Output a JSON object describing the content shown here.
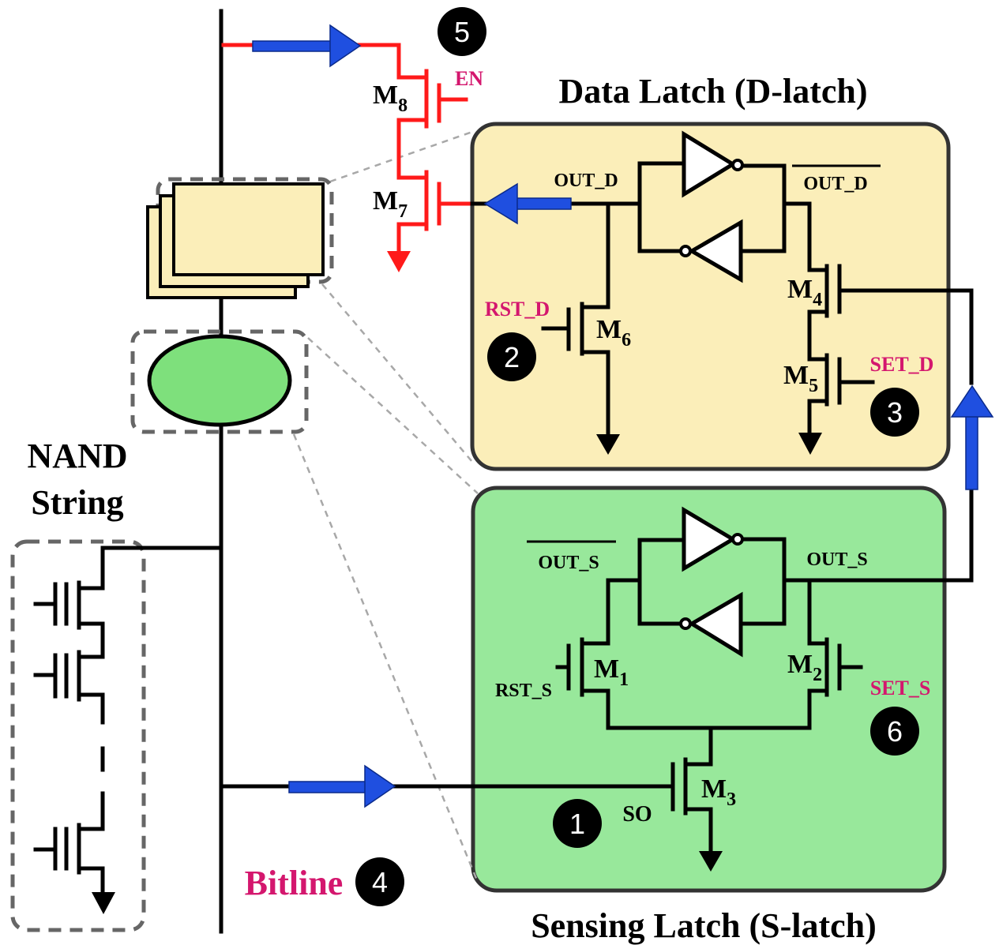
{
  "titles": {
    "data_latch": "Data Latch (D-latch)",
    "sensing_latch": "Sensing Latch (S-latch)",
    "nand_line1": "NAND",
    "nand_line2": "String",
    "bitline": "Bitline"
  },
  "nodes": {
    "out_d": "OUT_D",
    "out_d_bar": "OUT_D",
    "out_s": "OUT_S",
    "out_s_bar": "OUT_S",
    "so": "SO"
  },
  "signals": {
    "en": "EN",
    "rst_d": "RST_D",
    "set_d": "SET_D",
    "rst_s": "RST_S",
    "set_s": "SET_S"
  },
  "transistors": {
    "m1": {
      "base": "M",
      "sub": "1"
    },
    "m2": {
      "base": "M",
      "sub": "2"
    },
    "m3": {
      "base": "M",
      "sub": "3"
    },
    "m4": {
      "base": "M",
      "sub": "4"
    },
    "m5": {
      "base": "M",
      "sub": "5"
    },
    "m6": {
      "base": "M",
      "sub": "6"
    },
    "m7": {
      "base": "M",
      "sub": "7"
    },
    "m8": {
      "base": "M",
      "sub": "8"
    }
  },
  "steps": [
    "1",
    "2",
    "3",
    "4",
    "5",
    "6"
  ],
  "colors": {
    "data_latch_fill": "#fbeeb9",
    "sensing_latch_fill": "#98e89b",
    "ellipse_fill": "#7ee07c",
    "arrow_blue": "#1f4fe0",
    "red_path": "#ff1a1a",
    "signal_magenta": "#d4176e"
  }
}
